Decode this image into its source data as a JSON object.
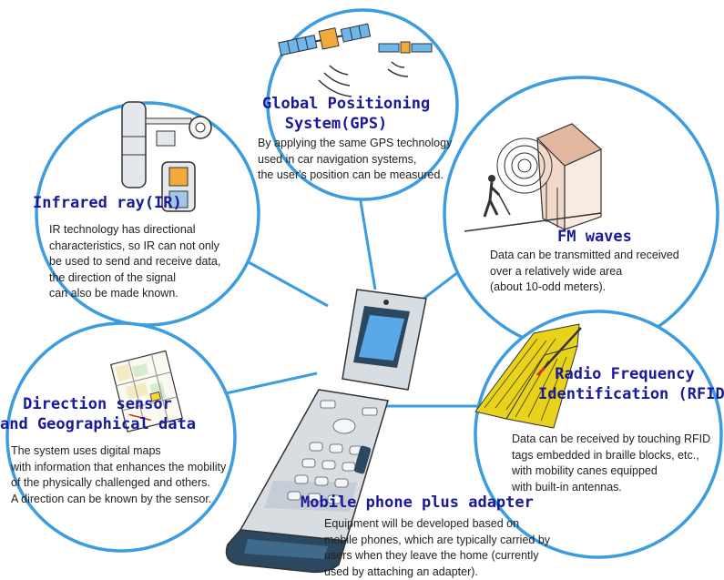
{
  "colors": {
    "circle_stroke": "#3b9ce0",
    "title_text": "#1a1a99",
    "body_text": "#222222",
    "braille_tile": "#e8d21c",
    "phone_body": "#d8dde2",
    "phone_screen": "#5aa8e6",
    "phone_dark": "#2c4860"
  },
  "center": {
    "icon": "flip-phone-icon",
    "title": "Mobile phone plus adapter",
    "desc": [
      "Equipment will be developed based on",
      "mobile phones, which are typically carried by",
      "users when they leave the home (currently",
      "used by attaching an adapter)."
    ]
  },
  "nodes": [
    {
      "id": "gps",
      "icon": "satellite-icon",
      "title": [
        "Global Positioning",
        "System(GPS)"
      ],
      "desc": [
        "By applying the same GPS technology",
        "used in car navigation systems,",
        "the user's position can be measured."
      ]
    },
    {
      "id": "ir",
      "icon": "infrared-sensor-icon",
      "title": [
        "Infrared ray(IR)"
      ],
      "desc": [
        "IR technology has directional",
        "characteristics, so IR can not only",
        "be used to send and receive data,",
        "the direction of the signal",
        "can also be made known."
      ]
    },
    {
      "id": "fm",
      "icon": "fm-transmitter-icon",
      "title": [
        "FM waves"
      ],
      "desc": [
        "Data can be transmitted and received",
        "over a relatively wide area",
        "(about 10-odd meters)."
      ]
    },
    {
      "id": "direction",
      "icon": "map-icon",
      "title": [
        "Direction sensor",
        "and Geographical data"
      ],
      "desc": [
        "The system uses digital maps",
        "with information that enhances the mobility",
        "of the physically challenged and others.",
        "A direction can be known by the sensor."
      ]
    },
    {
      "id": "rfid",
      "icon": "braille-block-cane-icon",
      "title": [
        "Radio Frequency",
        "Identification (RFID)"
      ],
      "desc": [
        "Data can be received by touching RFID",
        "tags embedded in braille blocks, etc.,",
        "with mobility canes equipped",
        "with built-in antennas."
      ]
    }
  ]
}
